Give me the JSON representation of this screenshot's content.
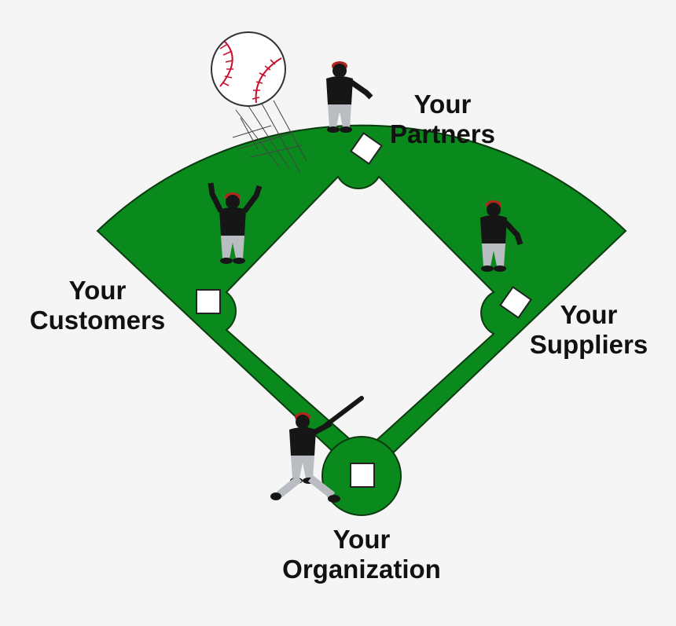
{
  "colors": {
    "background": "#f5f5f6",
    "field": "#0a8a1d",
    "field_outline": "#0b3a10",
    "base": "#ffffff",
    "base_outline": "#222222",
    "player_body": "#161616",
    "player_pants": "#b9bcc0",
    "player_cap": "#b3261e",
    "ball": "#ffffff",
    "ball_stitch": "#c8102e"
  },
  "icons": {
    "ball": "baseball-icon",
    "player": "baseball-player-icon",
    "batter": "baseball-batter-icon",
    "base": "base-square-icon"
  },
  "labels": {
    "partners": {
      "line1": "Your",
      "line2": "Partners"
    },
    "customers": {
      "line1": "Your",
      "line2": "Customers"
    },
    "suppliers": {
      "line1": "Your",
      "line2": "Suppliers"
    },
    "organization": {
      "line1": "Your",
      "line2": "Organization"
    }
  }
}
